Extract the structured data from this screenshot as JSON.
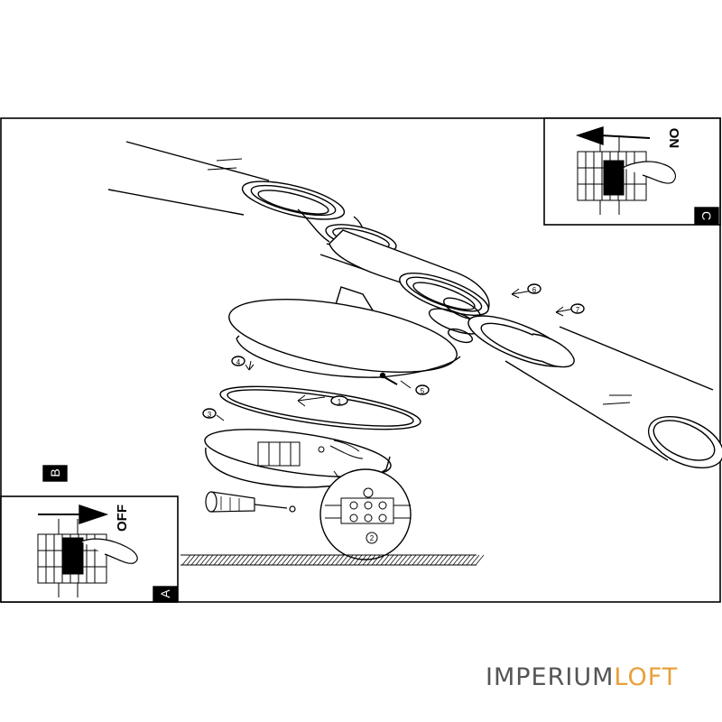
{
  "panels": {
    "a": {
      "label": "A",
      "switch_text": "OFF"
    },
    "b": {
      "label": "B"
    },
    "c": {
      "label": "C",
      "switch_text": "ON"
    }
  },
  "steps": [
    "1",
    "2",
    "3",
    "4",
    "5",
    "6",
    "7"
  ],
  "brand": {
    "part1": "IMPERIUM",
    "part2": "LOFT",
    "color1": "#555555",
    "color2": "#e8a03a"
  },
  "colors": {
    "line": "#000000",
    "background": "#ffffff"
  }
}
